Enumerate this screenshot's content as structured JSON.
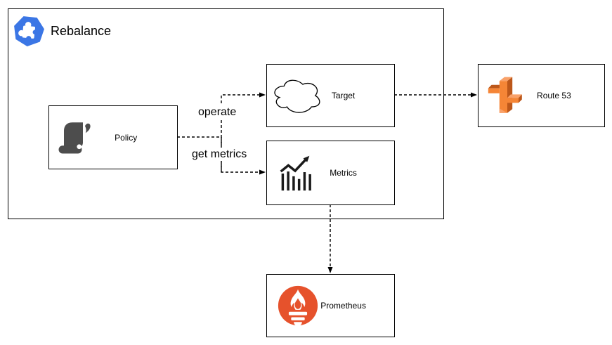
{
  "container": {
    "title": "Rebalance",
    "icon": "kubernetes-puzzle-icon"
  },
  "nodes": [
    {
      "id": "policy",
      "label": "Policy",
      "icon": "scroll-icon"
    },
    {
      "id": "target",
      "label": "Target",
      "icon": "cloud-icon"
    },
    {
      "id": "metrics",
      "label": "Metrics",
      "icon": "bar-chart-icon"
    },
    {
      "id": "route53",
      "label": "Route 53",
      "icon": "route53-signpost-icon"
    },
    {
      "id": "prometheus",
      "label": "Prometheus",
      "icon": "prometheus-torch-icon"
    }
  ],
  "edges": [
    {
      "from": "policy",
      "to": "target",
      "label": "operate",
      "style": "dashed-arrow"
    },
    {
      "from": "policy",
      "to": "metrics",
      "label": "get metrics",
      "style": "dashed-arrow"
    },
    {
      "from": "target",
      "to": "route53",
      "label": "",
      "style": "dashed-arrow"
    },
    {
      "from": "metrics",
      "to": "prometheus",
      "label": "",
      "style": "dashed-arrow"
    }
  ],
  "colors": {
    "kubernetes_blue": "#3B76E5",
    "scroll_gray": "#4D4D4D",
    "route53_orange": "#F58536",
    "route53_orange_dark": "#BC571A",
    "route53_orange_light": "#F9A169",
    "prometheus_orange": "#E6522C",
    "stroke": "#000000",
    "node_background": "#FFFFFF"
  }
}
